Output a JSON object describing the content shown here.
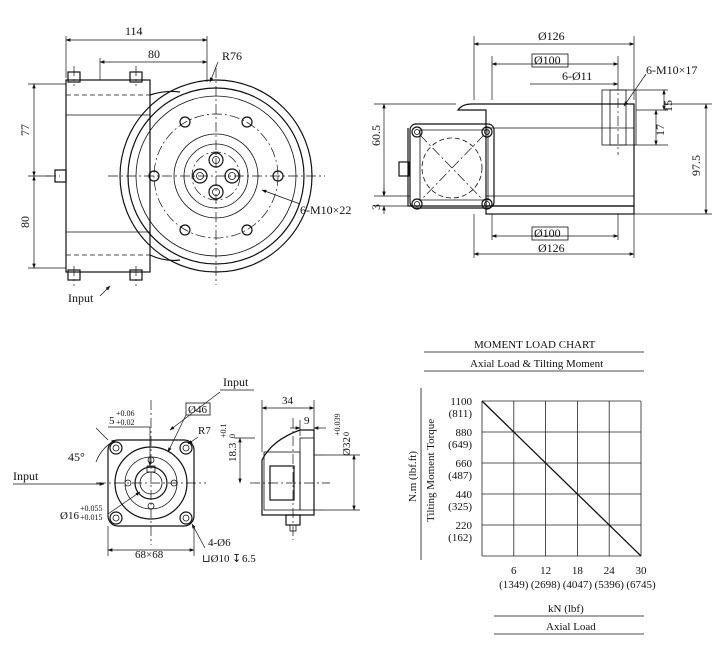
{
  "front_view": {
    "dim_114": "114",
    "dim_80_top": "80",
    "dim_r76": "R76",
    "dim_77": "77",
    "dim_80_left": "80",
    "note_holes": "6-M10×22",
    "input_label": "Input"
  },
  "side_view": {
    "dim_d126_top": "Ø126",
    "dim_d100_top": "Ø100",
    "dim_holes_d11": "6-Ø11",
    "dim_m10x17": "6-M10×17",
    "dim_15": "15",
    "dim_17": "17",
    "dim_60_5": "60.5",
    "dim_97_5": "97.5",
    "dim_3": "3",
    "dim_d100_bottom": "Ø100",
    "dim_d126_bottom": "Ø126"
  },
  "input_view": {
    "input_top": "Input",
    "input_left": "Input",
    "dim_d46": "Ø46",
    "dim_5": "5",
    "dim_5_tol_upper": "+0.06",
    "dim_5_tol_lower": "+0.02",
    "dim_r7": "R7",
    "dim_45": "45°",
    "dim_d16": "Ø16",
    "dim_d16_tol_upper": "+0.055",
    "dim_d16_tol_lower": "+0.015",
    "dim_68x68": "68×68",
    "dim_4d6": "4-Ø6",
    "dim_cbore": "⊔Ø10",
    "dim_depth_sym": "↧",
    "dim_depth": "6.5",
    "dim_34": "34",
    "dim_9": "9",
    "dim_18_3": "18.3",
    "dim_18_3_tol_upper": "+0.1",
    "dim_18_3_tol_lower": "0",
    "dim_d32": "Ø32",
    "dim_d32_tol_upper": "+0.039",
    "dim_d32_tol_lower": "0"
  },
  "chart_data": {
    "type": "line",
    "title": "MOMENT LOAD CHART",
    "subtitle": "Axial Load & Tilting Moment",
    "ylabel": "N.m (lbf.ft)",
    "ylabel2": "Tilting Moment Torque",
    "xlabel": "kN (lbf)",
    "xlabel2": "Axial Load",
    "xlim": [
      0,
      30
    ],
    "ylim": [
      0,
      1100
    ],
    "x_ticks": [
      {
        "value": 6,
        "label": "6",
        "sub": "(1349)"
      },
      {
        "value": 12,
        "label": "12",
        "sub": "(2698)"
      },
      {
        "value": 18,
        "label": "18",
        "sub": "(4047)"
      },
      {
        "value": 24,
        "label": "24",
        "sub": "(5396)"
      },
      {
        "value": 30,
        "label": "30",
        "sub": "(6745)"
      }
    ],
    "y_ticks": [
      {
        "value": 220,
        "label": "220",
        "sub": "(162)"
      },
      {
        "value": 440,
        "label": "440",
        "sub": "(325)"
      },
      {
        "value": 660,
        "label": "660",
        "sub": "(487)"
      },
      {
        "value": 880,
        "label": "880",
        "sub": "(649)"
      },
      {
        "value": 1100,
        "label": "1100",
        "sub": "(811)"
      }
    ],
    "grid": true,
    "series": [
      {
        "x": [
          0,
          30
        ],
        "y": [
          1100,
          0
        ]
      }
    ]
  }
}
